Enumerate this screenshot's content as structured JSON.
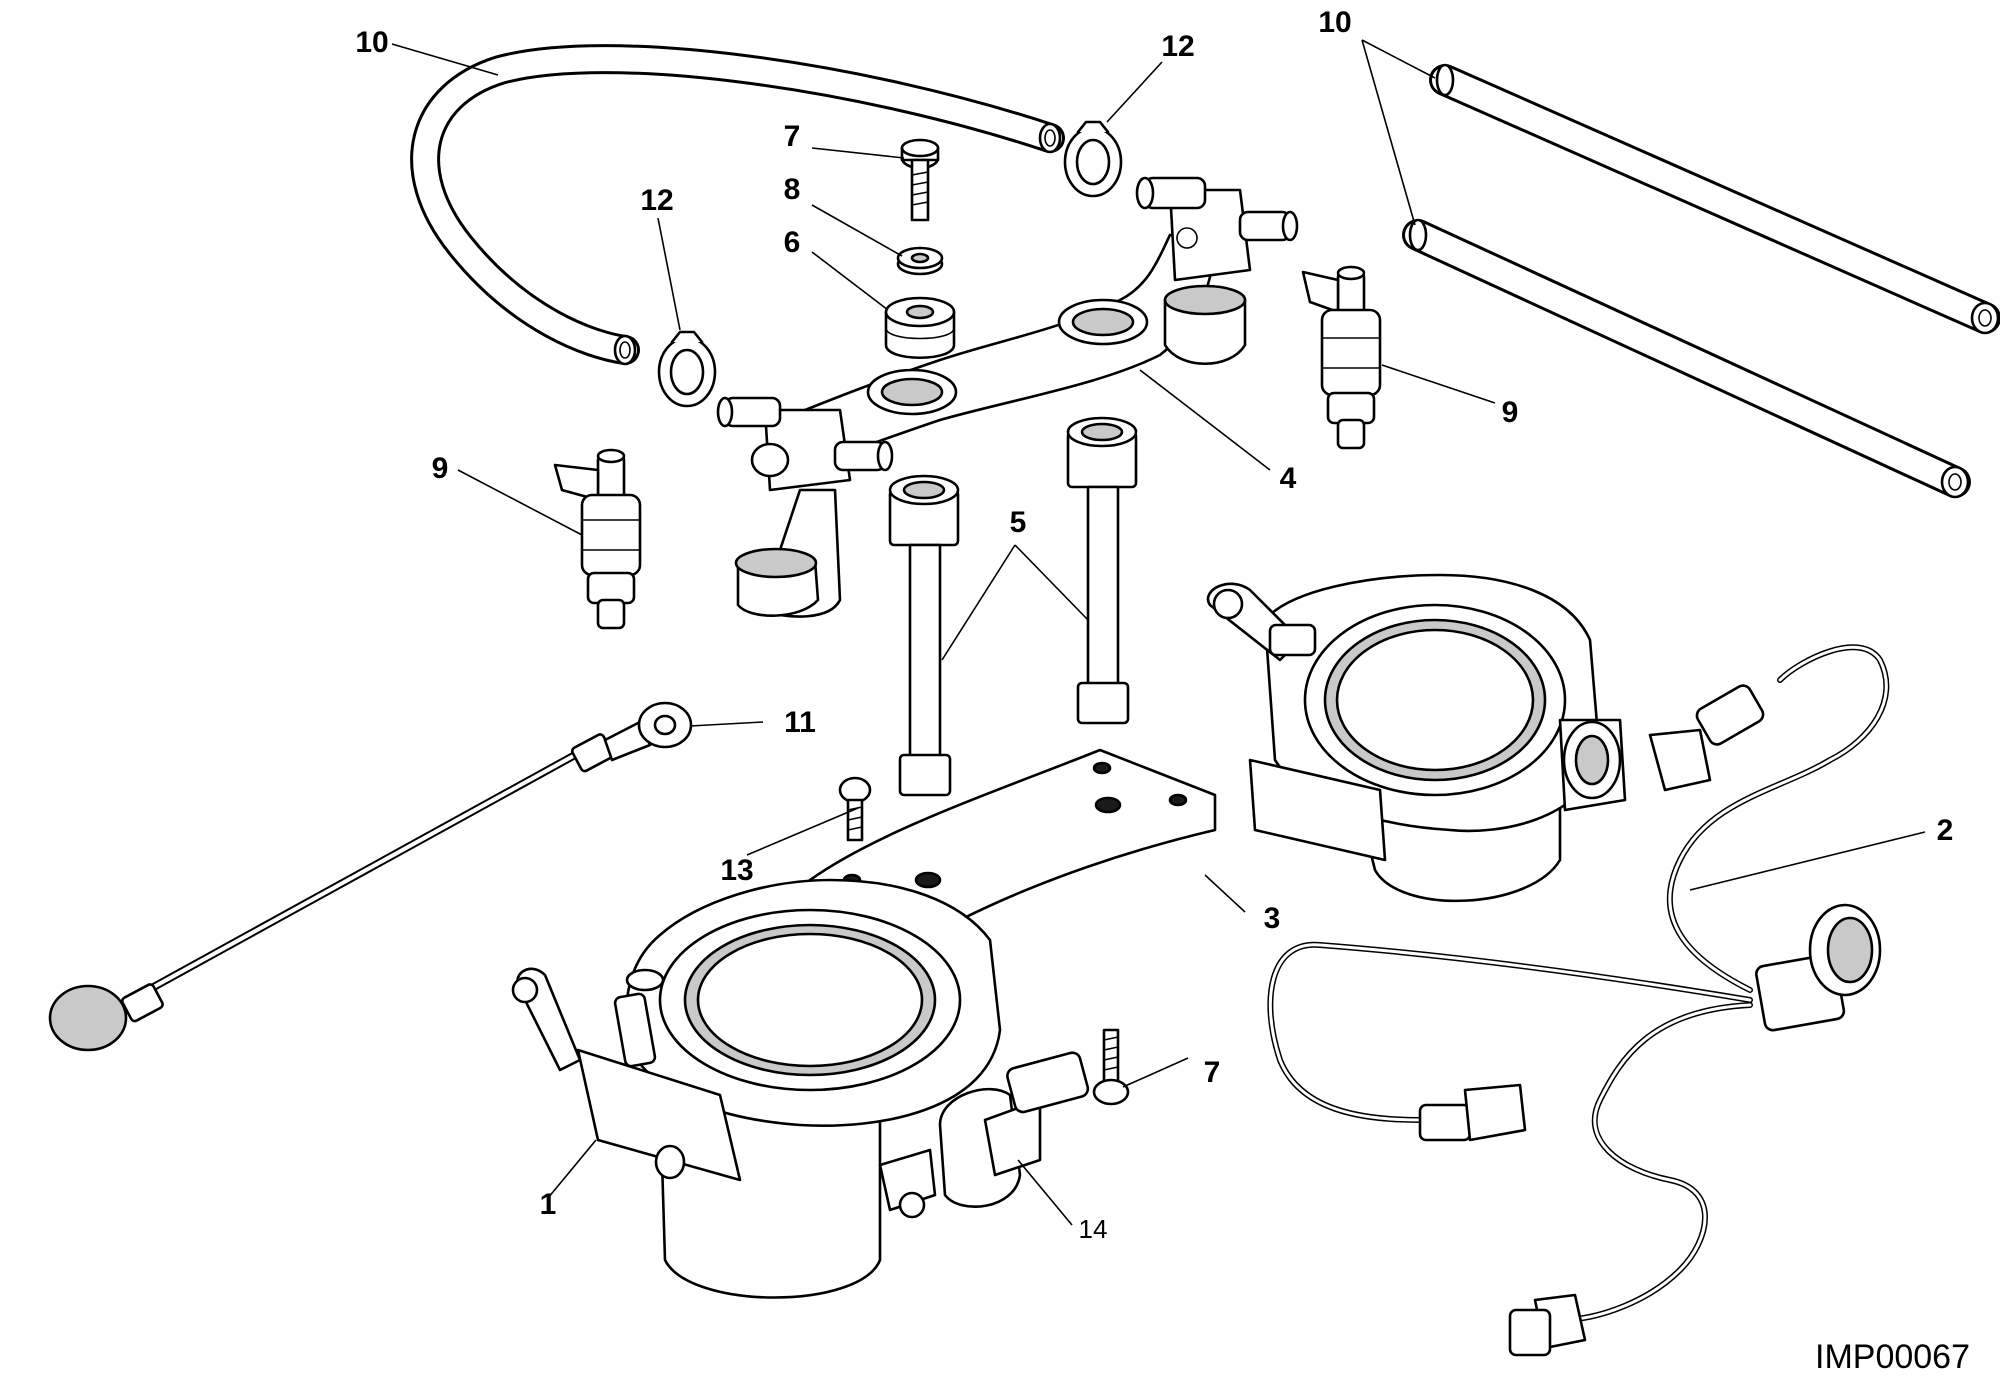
{
  "callouts": {
    "c10a": "10",
    "c10b": "10",
    "c12a": "12",
    "c12b": "12",
    "c7a": "7",
    "c8": "8",
    "c6": "6",
    "c9a": "9",
    "c9b": "9",
    "c4": "4",
    "c5": "5",
    "c11": "11",
    "c13": "13",
    "c3": "3",
    "c2": "2",
    "c7b": "7",
    "c1": "1",
    "c14": "14"
  },
  "reference_code": "IMP00067"
}
